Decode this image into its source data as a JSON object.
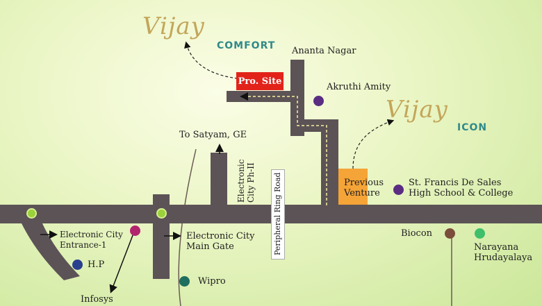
{
  "brands": [
    {
      "script": "Vijay",
      "sub": "COMFORT"
    },
    {
      "script": "Vijay",
      "sub": "ICON"
    }
  ],
  "markers": {
    "project_site": "Pro. Site",
    "previous_venture": "Previous\nVenture"
  },
  "places": {
    "ananta_nagar": "Ananta Nagar",
    "akruthi_amity": "Akruthi Amity",
    "to_satyam": "To Satyam, GE",
    "electronic_city_ph2": "Electronic\nCity Ph-II",
    "peripheral_ring_road": "Peripheral Ring Road",
    "st_francis": "St. Francis De Sales\nHigh School & College",
    "electronic_city_entrance": "Electronic City\nEntrance-1",
    "electronic_city_main_gate": "Electronic City\nMain Gate",
    "hp": "H.P",
    "wipro": "Wipro",
    "infosys": "Infosys",
    "biocon": "Biocon",
    "narayana": "Narayana\nHrudayalaya"
  },
  "colors": {
    "road": "#5c5356",
    "project_site": "#e2231a",
    "previous_venture": "#f5a437",
    "brand_gold": "#c3a65a",
    "brand_teal": "#2f8a8a",
    "dot_junction": "#9bd13a",
    "dot_purple": "#5a2d82",
    "dot_magenta": "#b2246e",
    "dot_navy": "#2b3f8f",
    "dot_teal": "#1f6e5e",
    "dot_brown": "#7a4e3a",
    "dot_green": "#3fbf6a"
  }
}
